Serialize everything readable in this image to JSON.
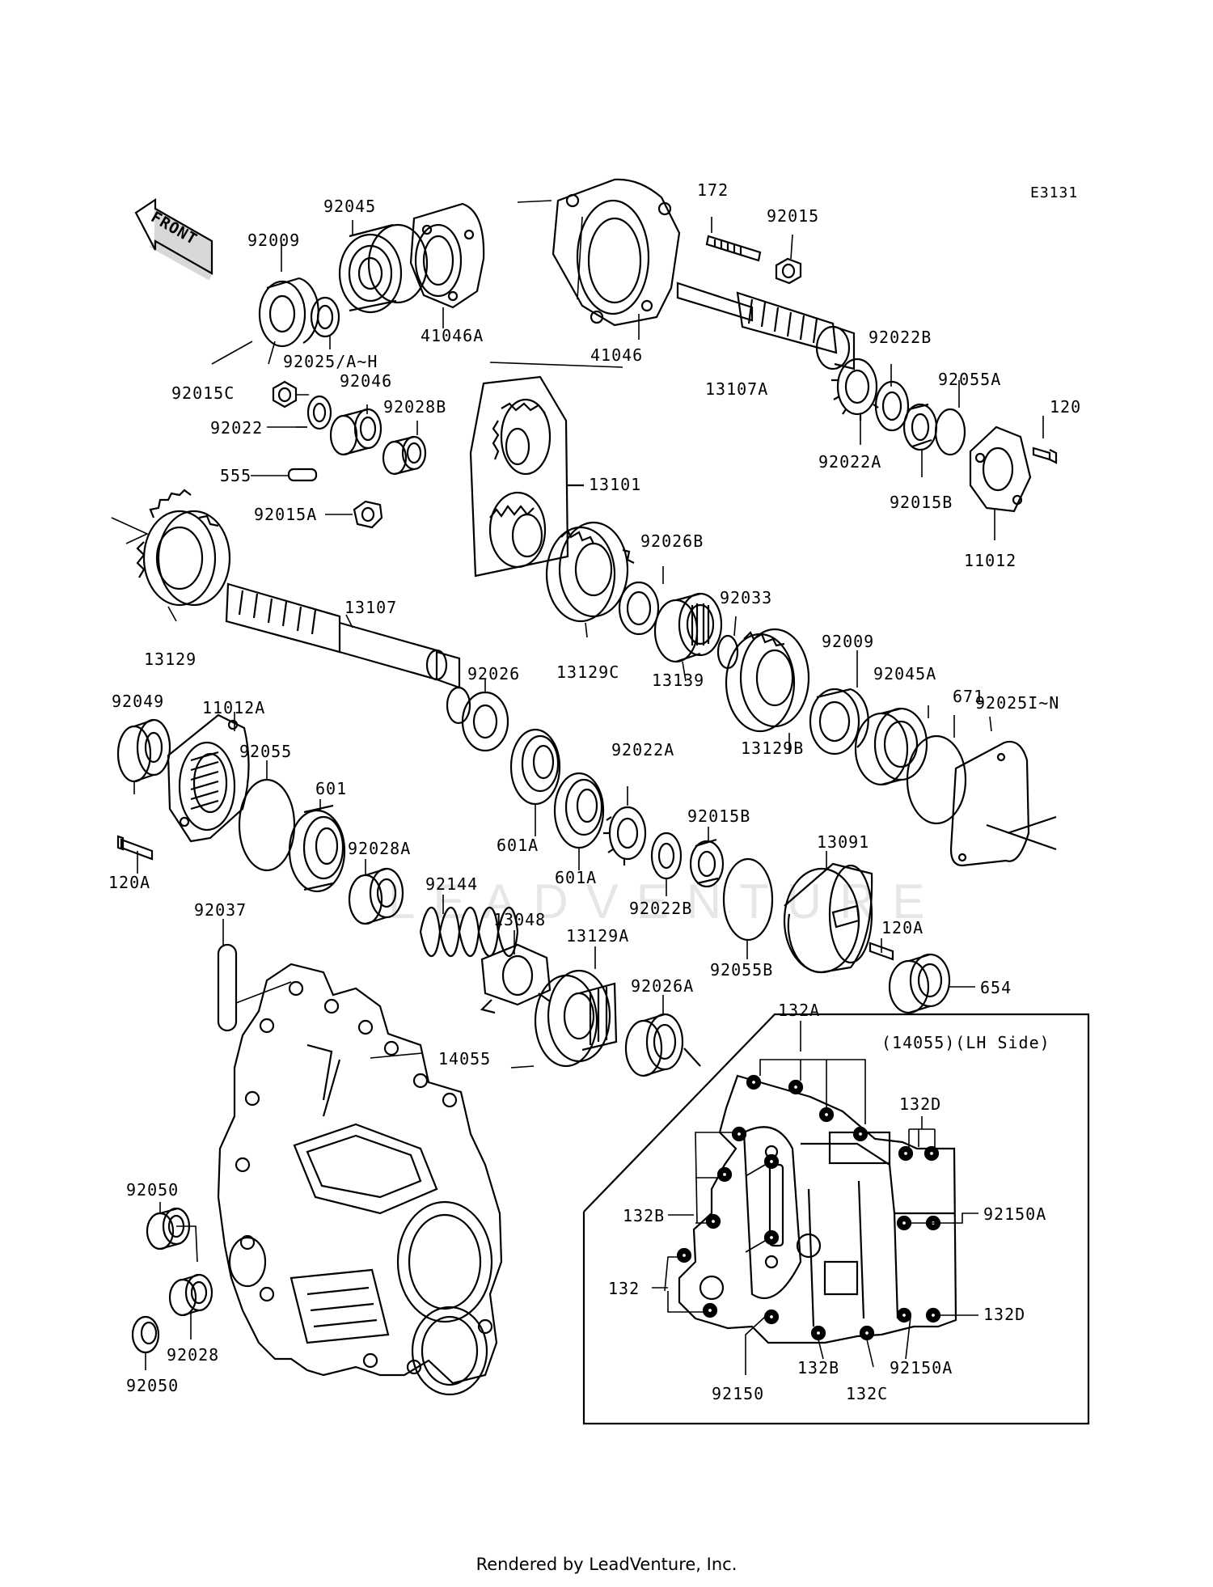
{
  "diagram": {
    "code": "E3131",
    "front_label": "FRONT",
    "inset_title": "(14055)(LH Side)",
    "watermark": "LEADVENTURE",
    "parts": [
      "92045",
      "92009",
      "41046A",
      "92025/A~H",
      "92015C",
      "92046",
      "92022",
      "92028B",
      "555",
      "92015A",
      "172",
      "92015",
      "41046",
      "13107A",
      "92022B",
      "92055A",
      "120",
      "92022A",
      "92015B",
      "11012",
      "13101",
      "13129",
      "13107",
      "92026B",
      "92033",
      "13129C",
      "13139",
      "92009",
      "92045A",
      "671",
      "92025I~N",
      "92026",
      "13129B",
      "92049",
      "11012A",
      "92055",
      "601",
      "601A",
      "601A",
      "92022A",
      "92015B",
      "13091",
      "92028A",
      "92144",
      "120A",
      "92022B",
      "92037",
      "13048",
      "13129A",
      "92026A",
      "120A",
      "92055B",
      "654",
      "14055",
      "92050",
      "92028",
      "92050"
    ],
    "inset_parts": [
      "132A",
      "132D",
      "132B",
      "92150A",
      "132",
      "132D",
      "92150",
      "132B",
      "132C",
      "92150A"
    ]
  },
  "footer": {
    "text": "Rendered by LeadVenture, Inc."
  }
}
